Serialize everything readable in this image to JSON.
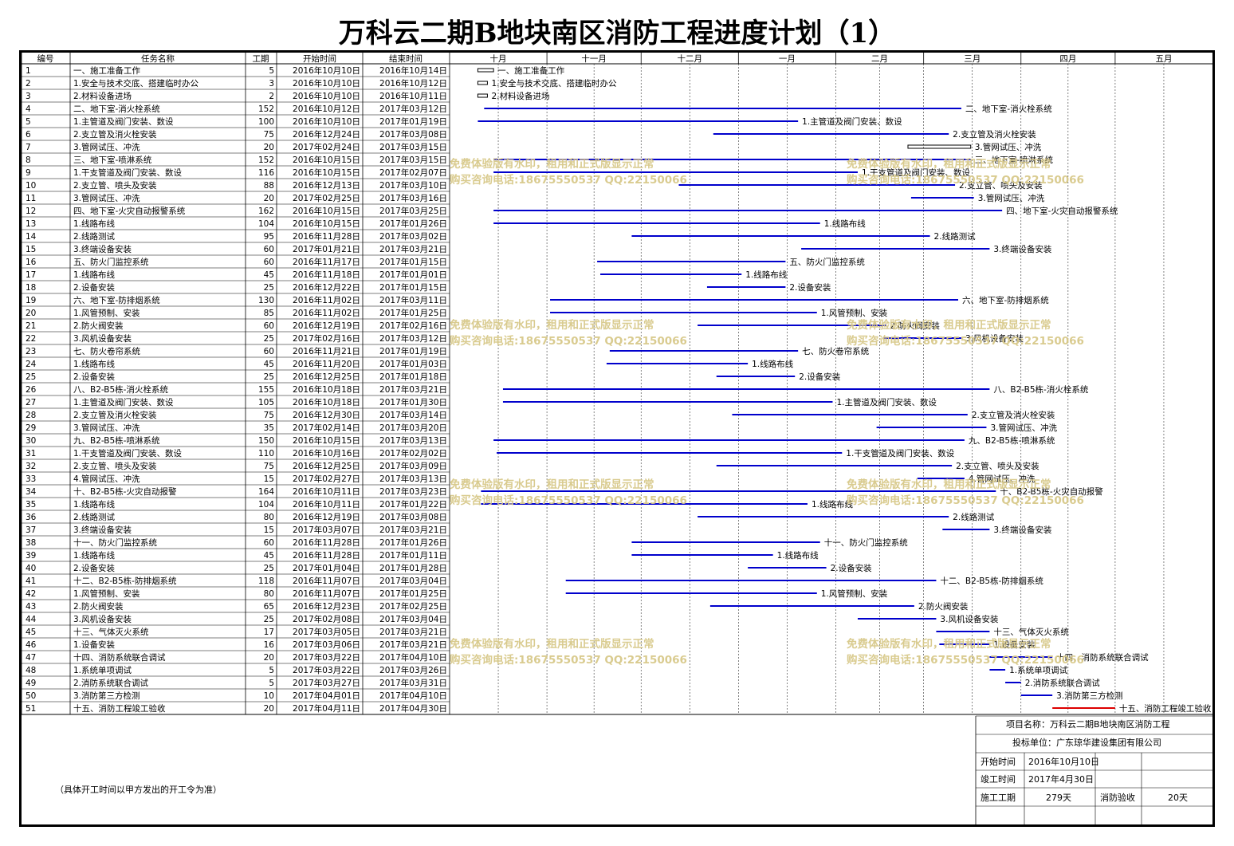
{
  "title": "万科云二期B地块南区消防工程进度计划（1）",
  "columns": [
    "编号",
    "任务名称",
    "工期",
    "开始时间",
    "结束时间"
  ],
  "months": [
    "十月",
    "十一月",
    "十二月",
    "一月",
    "二月",
    "三月",
    "四月",
    "五月"
  ],
  "note": "（具体开工时间以甲方发出的开工令为准）",
  "watermark": {
    "line1": "免费体验版有水印，租用和正式版显示正常",
    "line2": "购买咨询电话:18675550537 QQ:22150066"
  },
  "info": {
    "project": "项目名称：万科云二期B地块南区消防工程",
    "bidder": "投标单位：广东琼华建设集团有限公司",
    "start_label": "开始时间",
    "start_value": "2016年10月10日",
    "end_label": "竣工时间",
    "end_value": "2017年4月30日",
    "dur_label": "施工工期",
    "dur_value": "279天",
    "accept_label": "消防验收",
    "accept_value": "20天"
  },
  "colors": {
    "bar": "#0000cc",
    "final_bar": "#dd0000",
    "summary_bar": "#000000",
    "watermark": "#d8c98a"
  },
  "chart_data": {
    "type": "gantt",
    "x_axis": "date",
    "xlim": [
      "2016-10-01",
      "2017-05-31"
    ],
    "grid": true,
    "tasks": [
      {
        "id": "1",
        "name": "一、施工准备工作",
        "duration": "5",
        "start": "2016年10月10日",
        "end": "2016年10月14日",
        "s": "2016-10-10",
        "e": "2016-10-14",
        "summary": true
      },
      {
        "id": "2",
        "name": "1.安全与技术交底、搭建临时办公",
        "duration": "3",
        "start": "2016年10月10日",
        "end": "2016年10月12日",
        "s": "2016-10-10",
        "e": "2016-10-12",
        "summary": true
      },
      {
        "id": "3",
        "name": "2.材料设备进场",
        "duration": "2",
        "start": "2016年10月10日",
        "end": "2016年10月11日",
        "s": "2016-10-10",
        "e": "2016-10-11",
        "summary": true
      },
      {
        "id": "4",
        "name": "二、地下室-消火栓系统",
        "duration": "152",
        "start": "2016年10月12日",
        "end": "2017年03月12日",
        "s": "2016-10-12",
        "e": "2017-03-12"
      },
      {
        "id": "5",
        "name": "1.主管道及阀门安装、数设",
        "duration": "100",
        "start": "2016年10月10日",
        "end": "2017年01月19日",
        "s": "2016-10-10",
        "e": "2017-01-19"
      },
      {
        "id": "6",
        "name": "2.支立管及消火栓安装",
        "duration": "75",
        "start": "2016年12月24日",
        "end": "2017年03月08日",
        "s": "2016-12-24",
        "e": "2017-03-08"
      },
      {
        "id": "7",
        "name": "3.管网试压、冲洗",
        "duration": "20",
        "start": "2017年02月24日",
        "end": "2017年03月15日",
        "s": "2017-02-24",
        "e": "2017-03-15",
        "summary": true
      },
      {
        "id": "8",
        "name": "三、地下室-喷淋系统",
        "duration": "152",
        "start": "2016年10月15日",
        "end": "2017年03月15日",
        "s": "2016-10-15",
        "e": "2017-03-15"
      },
      {
        "id": "9",
        "name": "1.干支管道及阀门安装、数设",
        "duration": "116",
        "start": "2016年10月15日",
        "end": "2017年02月07日",
        "s": "2016-10-15",
        "e": "2017-02-07"
      },
      {
        "id": "10",
        "name": "2.支立管、喷头及安装",
        "duration": "88",
        "start": "2016年12月13日",
        "end": "2017年03月10日",
        "s": "2016-12-13",
        "e": "2017-03-10"
      },
      {
        "id": "11",
        "name": "3.管网试压、冲洗",
        "duration": "20",
        "start": "2017年02月25日",
        "end": "2017年03月16日",
        "s": "2017-02-25",
        "e": "2017-03-16"
      },
      {
        "id": "12",
        "name": "四、地下室-火灾自动报警系统",
        "duration": "162",
        "start": "2016年10月15日",
        "end": "2017年03月25日",
        "s": "2016-10-15",
        "e": "2017-03-25"
      },
      {
        "id": "13",
        "name": "1.线路布线",
        "duration": "104",
        "start": "2016年10月15日",
        "end": "2017年01月26日",
        "s": "2016-10-15",
        "e": "2017-01-26"
      },
      {
        "id": "14",
        "name": "2.线路测试",
        "duration": "95",
        "start": "2016年11月28日",
        "end": "2017年03月02日",
        "s": "2016-11-28",
        "e": "2017-03-02"
      },
      {
        "id": "15",
        "name": "3.终端设备安装",
        "duration": "60",
        "start": "2017年01月21日",
        "end": "2017年03月21日",
        "s": "2017-01-21",
        "e": "2017-03-21"
      },
      {
        "id": "16",
        "name": "五、防火门监控系统",
        "duration": "60",
        "start": "2016年11月17日",
        "end": "2017年01月15日",
        "s": "2016-11-17",
        "e": "2017-01-15"
      },
      {
        "id": "17",
        "name": "1.线路布线",
        "duration": "45",
        "start": "2016年11月18日",
        "end": "2017年01月01日",
        "s": "2016-11-18",
        "e": "2017-01-01"
      },
      {
        "id": "18",
        "name": "2.设备安装",
        "duration": "25",
        "start": "2016年12月22日",
        "end": "2017年01月15日",
        "s": "2016-12-22",
        "e": "2017-01-15"
      },
      {
        "id": "19",
        "name": "六、地下室-防排烟系统",
        "duration": "130",
        "start": "2016年11月02日",
        "end": "2017年03月11日",
        "s": "2016-11-02",
        "e": "2017-03-11"
      },
      {
        "id": "20",
        "name": "1.风管预制、安装",
        "duration": "85",
        "start": "2016年11月02日",
        "end": "2017年01月25日",
        "s": "2016-11-02",
        "e": "2017-01-25"
      },
      {
        "id": "21",
        "name": "2.防火阀安装",
        "duration": "60",
        "start": "2016年12月19日",
        "end": "2017年02月16日",
        "s": "2016-12-19",
        "e": "2017-02-16"
      },
      {
        "id": "22",
        "name": "3.风机设备安装",
        "duration": "25",
        "start": "2017年02月16日",
        "end": "2017年03月12日",
        "s": "2017-02-16",
        "e": "2017-03-12"
      },
      {
        "id": "23",
        "name": "七、防火卷帘系统",
        "duration": "60",
        "start": "2016年11月21日",
        "end": "2017年01月19日",
        "s": "2016-11-21",
        "e": "2017-01-19"
      },
      {
        "id": "24",
        "name": "1.线路布线",
        "duration": "45",
        "start": "2016年11月20日",
        "end": "2017年01月03日",
        "s": "2016-11-20",
        "e": "2017-01-03"
      },
      {
        "id": "25",
        "name": "2.设备安装",
        "duration": "25",
        "start": "2016年12月25日",
        "end": "2017年01月18日",
        "s": "2016-12-25",
        "e": "2017-01-18"
      },
      {
        "id": "26",
        "name": "八、B2-B5栋-消火栓系统",
        "duration": "155",
        "start": "2016年10月18日",
        "end": "2017年03月21日",
        "s": "2016-10-18",
        "e": "2017-03-21"
      },
      {
        "id": "27",
        "name": "1.主管道及阀门安装、数设",
        "duration": "105",
        "start": "2016年10月18日",
        "end": "2017年01月30日",
        "s": "2016-10-18",
        "e": "2017-01-30"
      },
      {
        "id": "28",
        "name": "2.支立管及消火栓安装",
        "duration": "75",
        "start": "2016年12月30日",
        "end": "2017年03月14日",
        "s": "2016-12-30",
        "e": "2017-03-14"
      },
      {
        "id": "29",
        "name": "3.管网试压、冲洗",
        "duration": "35",
        "start": "2017年02月14日",
        "end": "2017年03月20日",
        "s": "2017-02-14",
        "e": "2017-03-20"
      },
      {
        "id": "30",
        "name": "九、B2-B5栋-喷淋系统",
        "duration": "150",
        "start": "2016年10月15日",
        "end": "2017年03月13日",
        "s": "2016-10-15",
        "e": "2017-03-13"
      },
      {
        "id": "31",
        "name": "1.干支管道及阀门安装、数设",
        "duration": "110",
        "start": "2016年10月16日",
        "end": "2017年02月02日",
        "s": "2016-10-16",
        "e": "2017-02-02"
      },
      {
        "id": "32",
        "name": "2.支立管、喷头及安装",
        "duration": "75",
        "start": "2016年12月25日",
        "end": "2017年03月09日",
        "s": "2016-12-25",
        "e": "2017-03-09"
      },
      {
        "id": "33",
        "name": "4.管网试压、冲洗",
        "duration": "15",
        "start": "2017年02月27日",
        "end": "2017年03月13日",
        "s": "2017-02-27",
        "e": "2017-03-13"
      },
      {
        "id": "34",
        "name": "十、B2-B5栋-火灾自动报警",
        "duration": "164",
        "start": "2016年10月11日",
        "end": "2017年03月23日",
        "s": "2016-10-11",
        "e": "2017-03-23"
      },
      {
        "id": "35",
        "name": "1.线路布线",
        "duration": "104",
        "start": "2016年10月11日",
        "end": "2017年01月22日",
        "s": "2016-10-11",
        "e": "2017-01-22"
      },
      {
        "id": "36",
        "name": "2.线路测试",
        "duration": "80",
        "start": "2016年12月19日",
        "end": "2017年03月08日",
        "s": "2016-12-19",
        "e": "2017-03-08"
      },
      {
        "id": "37",
        "name": "3.终端设备安装",
        "duration": "15",
        "start": "2017年03月07日",
        "end": "2017年03月21日",
        "s": "2017-03-07",
        "e": "2017-03-21"
      },
      {
        "id": "38",
        "name": "十一、防火门监控系统",
        "duration": "60",
        "start": "2016年11月28日",
        "end": "2017年01月26日",
        "s": "2016-11-28",
        "e": "2017-01-26"
      },
      {
        "id": "39",
        "name": "1.线路布线",
        "duration": "45",
        "start": "2016年11月28日",
        "end": "2017年01月11日",
        "s": "2016-11-28",
        "e": "2017-01-11"
      },
      {
        "id": "40",
        "name": "2.设备安装",
        "duration": "25",
        "start": "2017年01月04日",
        "end": "2017年01月28日",
        "s": "2017-01-04",
        "e": "2017-01-28"
      },
      {
        "id": "41",
        "name": "十二、B2-B5栋-防排烟系统",
        "duration": "118",
        "start": "2016年11月07日",
        "end": "2017年03月04日",
        "s": "2016-11-07",
        "e": "2017-03-04"
      },
      {
        "id": "42",
        "name": "1.风管预制、安装",
        "duration": "80",
        "start": "2016年11月07日",
        "end": "2017年01月25日",
        "s": "2016-11-07",
        "e": "2017-01-25"
      },
      {
        "id": "43",
        "name": "2.防火阀安装",
        "duration": "65",
        "start": "2016年12月23日",
        "end": "2017年02月25日",
        "s": "2016-12-23",
        "e": "2017-02-25"
      },
      {
        "id": "44",
        "name": "3.风机设备安装",
        "duration": "25",
        "start": "2017年02月08日",
        "end": "2017年03月04日",
        "s": "2017-02-08",
        "e": "2017-03-04"
      },
      {
        "id": "45",
        "name": "十三、气体灭火系统",
        "duration": "17",
        "start": "2017年03月05日",
        "end": "2017年03月21日",
        "s": "2017-03-05",
        "e": "2017-03-21"
      },
      {
        "id": "46",
        "name": "1.设备安装",
        "duration": "16",
        "start": "2017年03月06日",
        "end": "2017年03月21日",
        "s": "2017-03-06",
        "e": "2017-03-21"
      },
      {
        "id": "47",
        "name": "十四、消防系统联合调试",
        "duration": "20",
        "start": "2017年03月22日",
        "end": "2017年04月10日",
        "s": "2017-03-22",
        "e": "2017-04-10"
      },
      {
        "id": "48",
        "name": "1.系统单项调试",
        "duration": "5",
        "start": "2017年03月22日",
        "end": "2017年03月26日",
        "s": "2017-03-22",
        "e": "2017-03-26"
      },
      {
        "id": "49",
        "name": "2.消防系统联合调试",
        "duration": "5",
        "start": "2017年03月27日",
        "end": "2017年03月31日",
        "s": "2017-03-27",
        "e": "2017-03-31"
      },
      {
        "id": "50",
        "name": "3.消防第三方检测",
        "duration": "10",
        "start": "2017年04月01日",
        "end": "2017年04月10日",
        "s": "2017-04-01",
        "e": "2017-04-10"
      },
      {
        "id": "51",
        "name": "十五、消防工程竣工验收",
        "duration": "20",
        "start": "2017年04月11日",
        "end": "2017年04月30日",
        "s": "2017-04-11",
        "e": "2017-04-30",
        "final": true
      }
    ]
  }
}
